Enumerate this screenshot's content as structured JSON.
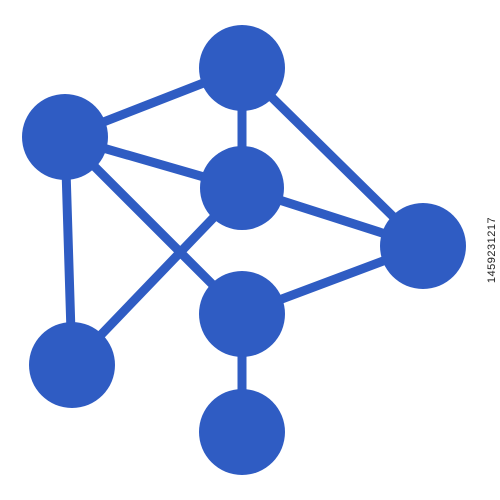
{
  "figure": {
    "icon": "molecular-network-icon",
    "colors": {
      "primary": "#2f5cc3",
      "background": "#ffffff"
    },
    "nodes": [
      {
        "id": "top"
      },
      {
        "id": "left"
      },
      {
        "id": "center"
      },
      {
        "id": "right"
      },
      {
        "id": "lower-middle"
      },
      {
        "id": "bottom-left"
      },
      {
        "id": "bottom"
      }
    ],
    "edges": [
      [
        "left",
        "top"
      ],
      [
        "top",
        "center"
      ],
      [
        "top",
        "right"
      ],
      [
        "left",
        "center"
      ],
      [
        "left",
        "lower-middle"
      ],
      [
        "left",
        "bottom-left"
      ],
      [
        "center",
        "right"
      ],
      [
        "center",
        "bottom-left"
      ],
      [
        "right",
        "lower-middle"
      ],
      [
        "lower-middle",
        "bottom"
      ]
    ]
  },
  "watermark": {
    "stock_id": "1459231217"
  }
}
